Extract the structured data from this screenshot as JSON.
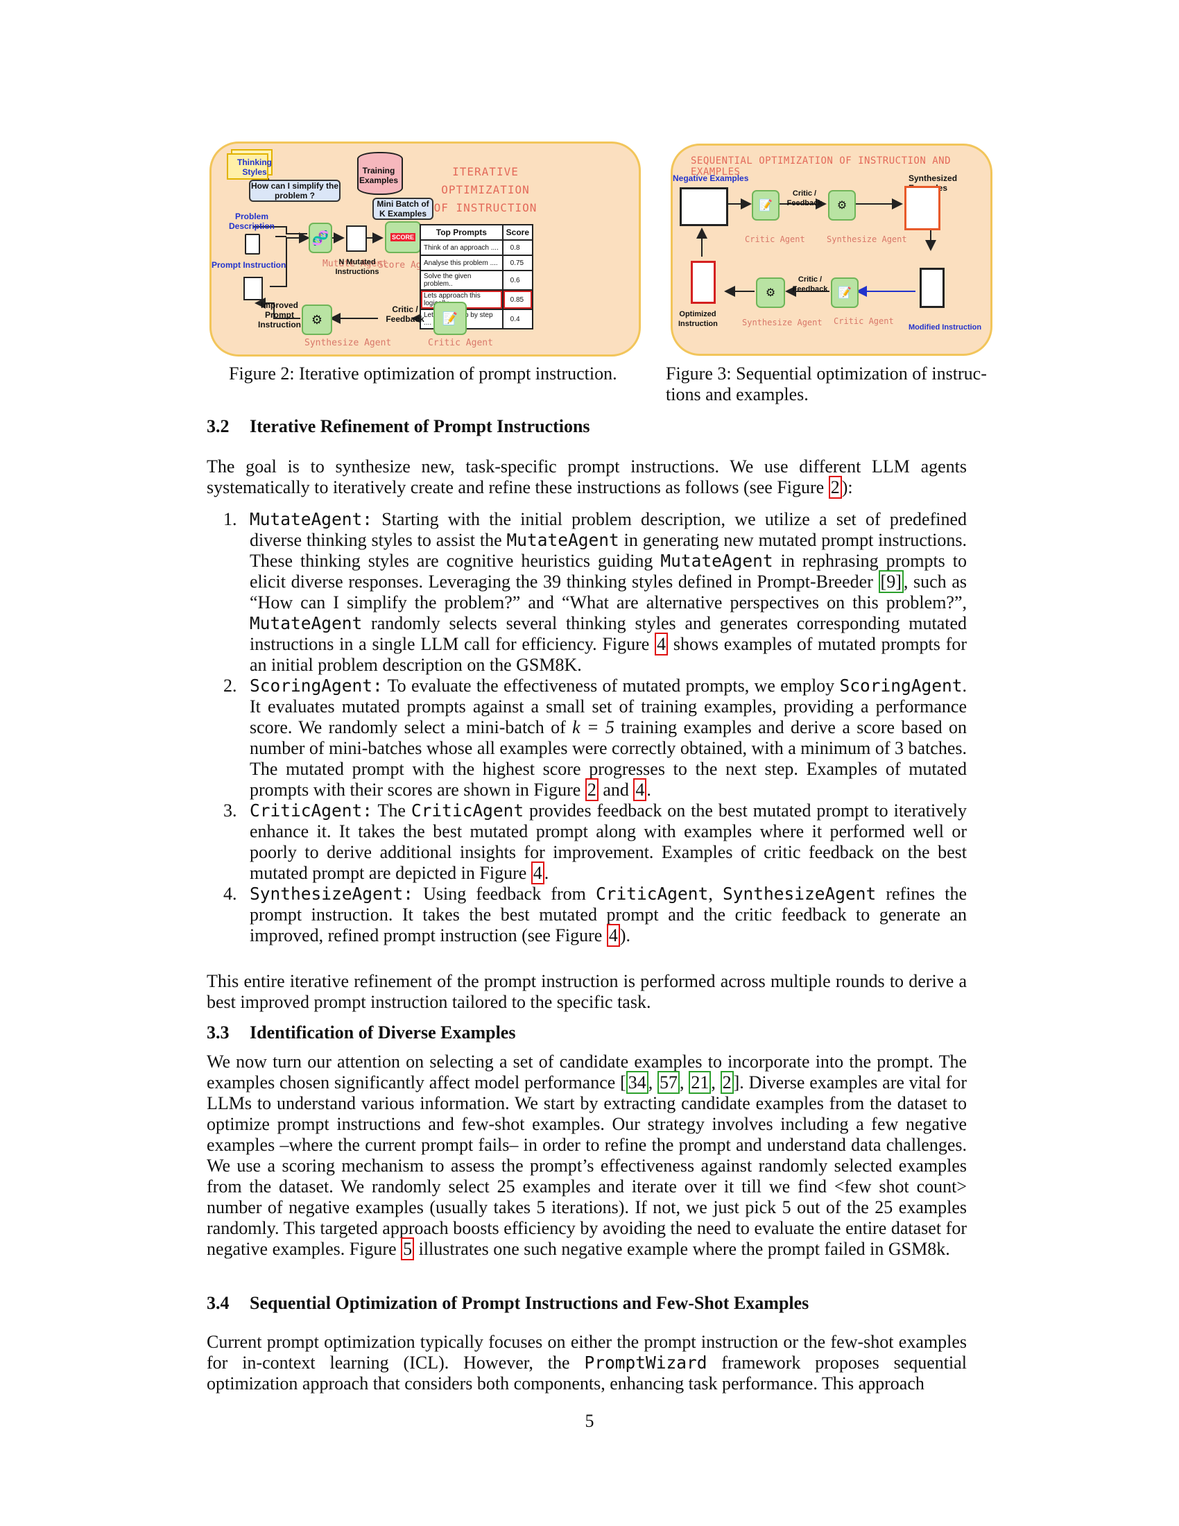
{
  "fig2": {
    "thinking_styles": "Thinking Styles",
    "bubble_simplify": "How can I simplify the problem ?",
    "problem_description": "Problem Description",
    "prompt_instruction": "Prompt Instruction",
    "training_examples": "Training Examples",
    "mini_batch": "Mini Batch of K Examples",
    "title": "ITERATIVE OPTIMIZATION OF INSTRUCTION",
    "mutate_agent": "Mutate Agent",
    "n_mutated": "N Mutated Instructions",
    "score_agent": "Score Agent",
    "score_badge": "SCORE",
    "improved_prompt": "Improved Prompt Instruction",
    "critic_feedback": "Critic / Feedback",
    "synthesize_agent": "Synthesize Agent",
    "critic_agent": "Critic Agent",
    "table": {
      "headers": [
        "Top Prompts",
        "Score"
      ],
      "rows": [
        {
          "prompt": "Think of an approach ....",
          "score": "0.8"
        },
        {
          "prompt": "Analyse this problem ....",
          "score": "0.75"
        },
        {
          "prompt": "Solve the given problem..",
          "score": "0.6"
        },
        {
          "prompt": "Lets approach this logically",
          "score": "0.85"
        },
        {
          "prompt": "Lets think step by step ....",
          "score": "0.4"
        }
      ]
    }
  },
  "fig3": {
    "title": "SEQUENTIAL OPTIMIZATION OF INSTRUCTION AND EXAMPLES",
    "negative_examples": "Negative Examples",
    "synthesized_examples": "Synthesized Examples",
    "critic_feedback_top": "Critic / Feedback",
    "critic_agent_top": "Critic Agent",
    "synthesize_agent_top": "Synthesize Agent",
    "critic_feedback_bottom": "Critic / Feedback",
    "synthesize_agent_bottom": "Synthesize Agent",
    "critic_agent_bottom": "Critic Agent",
    "optimized_instruction": "Optimized Instruction",
    "modified_instruction": "Modified Instruction"
  },
  "captions": {
    "fig2": "Figure 2: Iterative optimization of prompt instruction.",
    "fig3_l1": "Figure 3: Sequential optimization of instruc-",
    "fig3_l2": "tions and examples."
  },
  "sec32": {
    "num": "3.2",
    "title": "Iterative Refinement of Prompt Instructions",
    "intro_a": "The goal is to synthesize new, task-specific prompt instructions. We use different LLM agents systematically to iteratively create and refine these instructions as follows (see Figure ",
    "intro_ref": "2",
    "intro_b": "):",
    "item1": {
      "n": "1.",
      "code": "MutateAgent:",
      "t1": " Starting with the initial problem description, we utilize a set of predefined diverse thinking styles to assist the ",
      "c2": "MutateAgent",
      "t2": " in generating new mutated prompt instructions. These thinking styles are cognitive heuristics guiding ",
      "c3": "MutateAgent",
      "t3": " in rephrasing prompts to elicit diverse responses. Leveraging the 39 thinking styles defined in Prompt-Breeder ",
      "cite": "[9]",
      "t4": ", such as “How can I simplify the problem?” and “What are alternative perspectives on this problem?”, ",
      "c4": "MutateAgent",
      "t5": " randomly selects several thinking styles and generates corresponding mutated instructions in a single LLM call for efficiency. Figure ",
      "ref": "4",
      "t6": " shows examples of mutated prompts for an initial problem description on the GSM8K."
    },
    "item2": {
      "n": "2.",
      "code": "ScoringAgent:",
      "t1": "  To evaluate the effectiveness of mutated prompts, we employ ",
      "c2": "ScoringAgent",
      "t2": ". It evaluates mutated prompts against a small set of training examples, providing a performance score. We randomly select a mini-batch of ",
      "math": "k = 5",
      "t3": " training examples and derive a score based on number of mini-batches whose all examples were correctly obtained, with a minimum of 3 batches. The mutated prompt with the highest score progresses to the next step. Examples of mutated prompts with their scores are shown in Figure ",
      "ref1": "2",
      "t4": " and ",
      "ref2": "4",
      "t5": "."
    },
    "item3": {
      "n": "3.",
      "code": "CriticAgent:",
      "t1": " The ",
      "c2": "CriticAgent",
      "t2": " provides feedback on the best mutated prompt to iteratively enhance it. It takes the best mutated prompt along with examples where it performed well or poorly to derive additional insights for improvement. Examples of critic feedback on the best mutated prompt are depicted in Figure ",
      "ref": "4",
      "t3": "."
    },
    "item4": {
      "n": "4.",
      "code": "SynthesizeAgent:",
      "t1": " Using feedback from ",
      "c2": "CriticAgent",
      "t2": ", ",
      "c3": "SynthesizeAgent",
      "t3": " refines the prompt instruction. It takes the best mutated prompt and the critic feedback to generate an improved, refined prompt instruction (see Figure ",
      "ref": "4",
      "t4": ")."
    },
    "outro": "This entire iterative refinement of the prompt instruction is performed across multiple rounds to derive a best improved prompt instruction tailored to the specific task."
  },
  "sec33": {
    "num": "3.3",
    "title": "Identification of Diverse Examples",
    "t1": "We now turn our attention on selecting a set of candidate examples to incorporate into the prompt. The examples chosen significantly affect model performance ",
    "cites": [
      "34",
      "57",
      "21",
      "2"
    ],
    "t2": ". Diverse examples are vital for LLMs to understand various information. We start by extracting candidate examples from the dataset to optimize prompt instructions and few-shot examples. Our strategy involves including a few negative examples –where the current prompt fails– in order to refine the prompt and understand data challenges. We use a scoring mechanism to assess the prompt’s effectiveness against randomly selected examples from the dataset. We randomly select 25 examples and iterate over it till we find <few shot count> number of negative examples (usually takes 5 iterations). If not, we just pick 5 out of the 25 examples randomly. This targeted approach boosts efficiency by avoiding the need to evaluate the entire dataset for negative examples. Figure ",
    "ref": "5",
    "t3": " illustrates one such negative example where the prompt failed in GSM8k."
  },
  "sec34": {
    "num": "3.4",
    "title": "Sequential Optimization of Prompt Instructions and Few-Shot Examples",
    "t1": "Current prompt optimization typically focuses on either the prompt instruction or the few-shot examples for in-context learning (ICL). However, the ",
    "code": "PromptWizard",
    "t2": " framework proposes sequential optimization approach that considers both components, enhancing task performance. This approach"
  },
  "page_number": "5"
}
